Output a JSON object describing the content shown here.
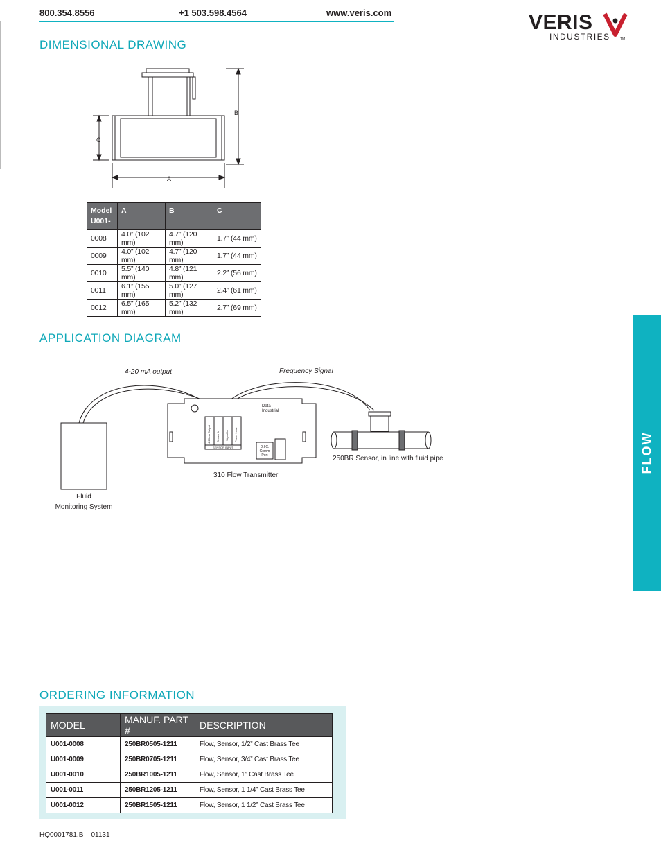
{
  "header": {
    "phone1": "800.354.8556",
    "phone2": "+1 503.598.4564",
    "website": "www.veris.com"
  },
  "logo": {
    "name": "VERIS",
    "sub": "INDUSTRIES",
    "tm": "TM"
  },
  "dimensional": {
    "title": "DIMENSIONAL DRAWING",
    "labels": {
      "a": "A",
      "b": "B",
      "c": "C"
    },
    "table": {
      "headers": [
        "Model U001-",
        "A",
        "B",
        "C"
      ],
      "rows": [
        [
          "0008",
          "4.0” (102 mm)",
          "4.7” (120 mm)",
          "1.7” (44 mm)"
        ],
        [
          "0009",
          "4.0” (102 mm)",
          "4.7” (120 mm)",
          "1.7” (44 mm)"
        ],
        [
          "0010",
          "5.5” (140 mm)",
          "4.8” (121 mm)",
          "2.2” (56 mm)"
        ],
        [
          "0011",
          "6.1” (155 mm)",
          "5.0” (127 mm)",
          "2.4” (61 mm)"
        ],
        [
          "0012",
          "6.5” (165 mm)",
          "5.2” (132 mm)",
          "2.7” (69 mm)"
        ]
      ]
    }
  },
  "application": {
    "title": "APPLICATION DIAGRAM",
    "output_label": "4-20 mA output",
    "frequency_label": "Frequency Signal",
    "transmitter_label": "310 Flow Transmitter",
    "sensor_label": "250BR Sensor, in line with fluid pipe",
    "fluid_label_1": "Fluid",
    "fluid_label_2": "Monitoring System",
    "brand_1": "Data",
    "brand_2": "Industrial",
    "comm_1": "D.I.C.",
    "comm_2": "Comm",
    "comm_3": "Port",
    "terminal_1": "4-20mA Output",
    "terminal_2": "Sensor In",
    "terminal_3": "Signal In",
    "terminal_4": "Power Input",
    "terminal_bottom": "SENSOR INPUT"
  },
  "side_tab": {
    "label": "FLOW"
  },
  "ordering": {
    "title": "ORDERING INFORMATION",
    "headers": [
      "MODEL",
      "MANUF. PART #",
      "DESCRIPTION"
    ],
    "rows": [
      [
        "U001-0008",
        "250BR0505-1211",
        "Flow, Sensor, 1/2” Cast Brass Tee"
      ],
      [
        "U001-0009",
        "250BR0705-1211",
        "Flow, Sensor, 3/4” Cast Brass Tee"
      ],
      [
        "U001-0010",
        "250BR1005-1211",
        "Flow, Sensor, 1” Cast Brass Tee"
      ],
      [
        "U001-0011",
        "250BR1205-1211",
        "Flow, Sensor, 1 1/4” Cast Brass Tee"
      ],
      [
        "U001-0012",
        "250BR1505-1211",
        "Flow, Sensor, 1 1/2” Cast Brass Tee"
      ]
    ]
  },
  "footer": {
    "code": "HQ0001781.B    01131"
  },
  "colors": {
    "accent": "#0fb2c1",
    "title": "#0fa8b8",
    "logo_red": "#c8202f",
    "table_header": "#6d6e71"
  }
}
